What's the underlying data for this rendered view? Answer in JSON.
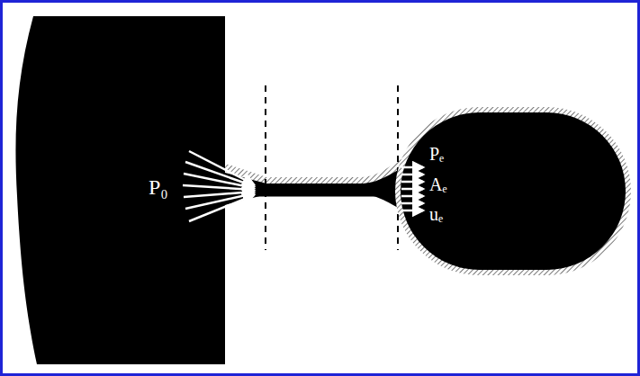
{
  "diagram": {
    "nodes": [
      {
        "text": [
          "P₀"
        ]
      },
      {
        "text": [
          "Pₑ",
          "Aₑ",
          "uₑ"
        ]
      }
    ],
    "edges": [
      {
        "from": 0,
        "to": 1,
        "arrow": "none"
      }
    ]
  }
}
